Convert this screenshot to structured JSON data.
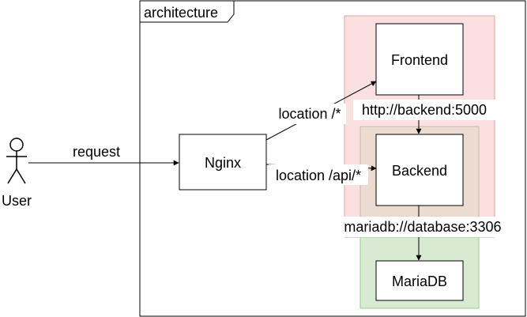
{
  "frame": {
    "title": "architecture"
  },
  "actor": {
    "label": "User"
  },
  "nodes": {
    "nginx": "Nginx",
    "frontend": "Frontend",
    "backend": "Backend",
    "mariadb": "MariaDB"
  },
  "edges": {
    "request": "request",
    "location_root": "location /*",
    "location_api": "location /api/*",
    "backend_url": "http://backend:5000",
    "database_url": "mariadb://database:3306"
  },
  "colors": {
    "frontend_region_fill": "#fae0e0",
    "frontend_region_stroke": "#d9a3a3",
    "backend_region_fill": "#ecdbd1",
    "backend_region_stroke": "#c9b8a3",
    "db_region_fill": "#d9ead3",
    "db_region_stroke": "#9cc994",
    "line": "#000000"
  }
}
